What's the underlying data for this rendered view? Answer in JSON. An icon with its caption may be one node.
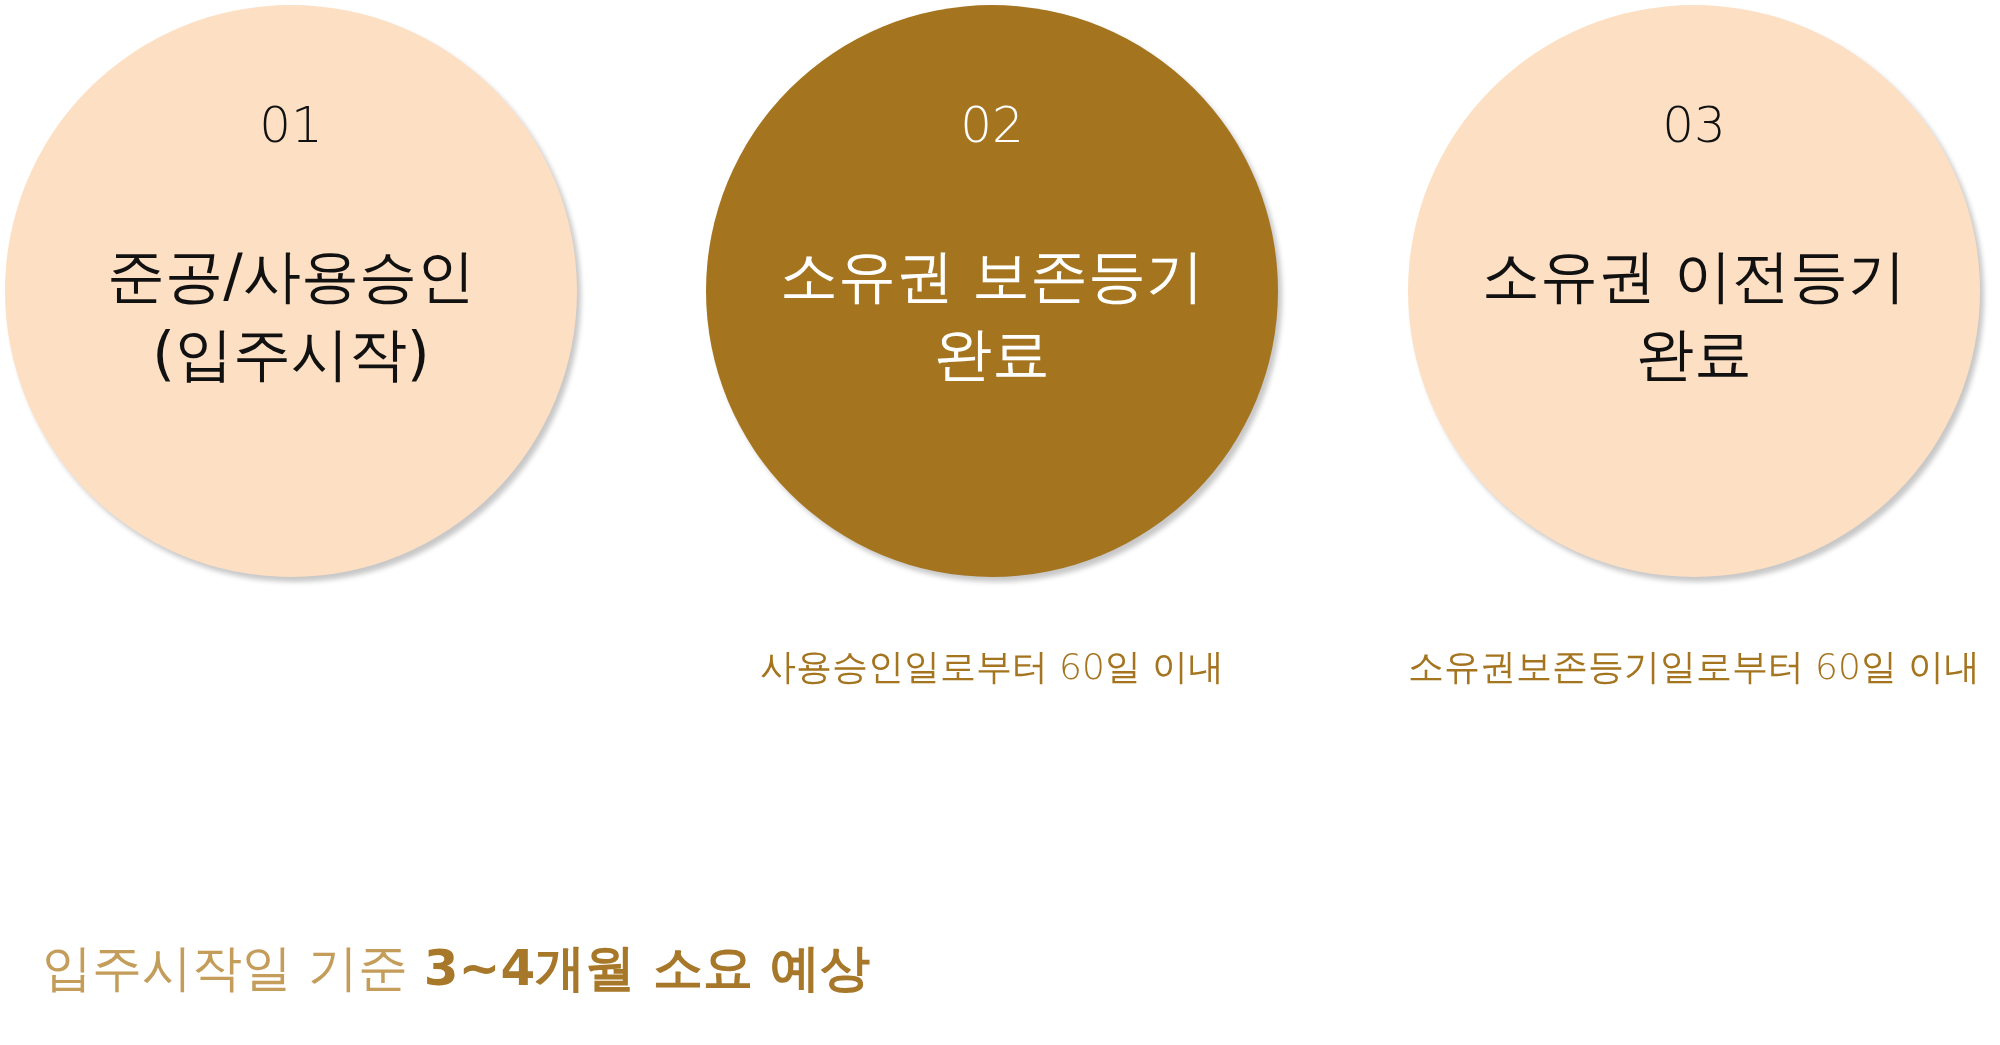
{
  "diagram": {
    "nodes": [
      {
        "text": [
          "01",
          "준공/사용승인 (입주시작)"
        ]
      },
      {
        "text": [
          "02",
          "소유권 보존등기 완료"
        ],
        "beside": [
          "사용승인일로부터 60일 이내"
        ]
      },
      {
        "text": [
          "03",
          "소유권 이전등기 완료"
        ],
        "beside": [
          "소유권보존등기일로부터 60일 이내"
        ]
      }
    ],
    "labels": [
      "입주시작일 기준 **3~4개월 소요 예상**"
    ]
  }
}
